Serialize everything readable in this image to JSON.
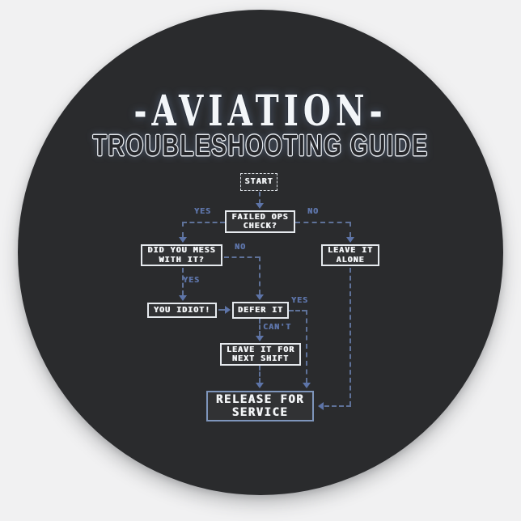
{
  "title": {
    "main": "-AVIATION-",
    "subtitle": "TROUBLESHOOTING GUIDE"
  },
  "colors": {
    "page_background": "#f1f1f2",
    "sticker_background": "#2a2b2d",
    "box_border": "#e6eaee",
    "release_box_border": "#7e95bb",
    "text_white": "#f2f4f6",
    "label_blue": "#5d74a8",
    "line_blue": "#5f7299"
  },
  "flowchart": {
    "nodes": {
      "start": {
        "label": "START"
      },
      "failed_ops": {
        "line1": "FAILED OPS",
        "line2": "CHECK?"
      },
      "did_you_mess": {
        "line1": "DID YOU MESS",
        "line2": "WITH IT?"
      },
      "leave_alone": {
        "line1": "LEAVE IT",
        "line2": "ALONE"
      },
      "you_idiot": {
        "label": "YOU IDIOT!"
      },
      "defer_it": {
        "label": "DEFER IT"
      },
      "leave_next_shift": {
        "line1": "LEAVE IT FOR",
        "line2": "NEXT SHIFT"
      },
      "release_service": {
        "line1": "RELEASE FOR",
        "line2": "SERVICE"
      }
    },
    "edge_labels": {
      "failed_yes": "YES",
      "failed_no": "NO",
      "mess_no": "NO",
      "mess_yes": "YES",
      "defer_yes": "YES",
      "defer_cant": "CAN'T"
    }
  }
}
